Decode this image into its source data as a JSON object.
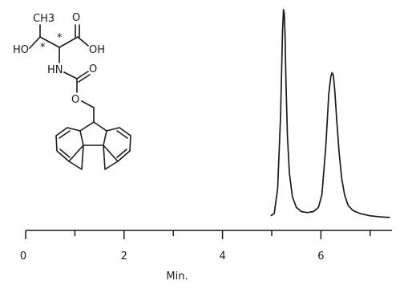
{
  "chart_data": {
    "type": "line",
    "xlabel": "Min.",
    "ylabel": "",
    "title": "",
    "xlim": [
      0,
      7.5
    ],
    "xticks": [
      0,
      2,
      4,
      6
    ],
    "minor_ticks": [
      1,
      3,
      5,
      7
    ],
    "grid": false,
    "series": [
      {
        "x": [
          4.98,
          5.05,
          5.12,
          5.18,
          5.22,
          5.24,
          5.255,
          5.27,
          5.29,
          5.32,
          5.36,
          5.42,
          5.5,
          5.6,
          5.72,
          5.85,
          5.95,
          6.02,
          6.1,
          6.16,
          6.2,
          6.225,
          6.25,
          6.28,
          6.32,
          6.37,
          6.42,
          6.48,
          6.55,
          6.65,
          6.8,
          7.0,
          7.2,
          7.4
        ],
        "y": [
          0.02,
          0.03,
          0.15,
          0.5,
          0.9,
          1.0,
          0.98,
          0.88,
          0.65,
          0.4,
          0.22,
          0.11,
          0.06,
          0.04,
          0.035,
          0.04,
          0.06,
          0.12,
          0.35,
          0.6,
          0.68,
          0.7,
          0.69,
          0.62,
          0.48,
          0.32,
          0.2,
          0.12,
          0.07,
          0.045,
          0.03,
          0.02,
          0.015,
          0.012
        ]
      }
    ]
  },
  "structure": {
    "labels": {
      "ch3": "CH3",
      "ho": "HO",
      "star1": "*",
      "star2": "*",
      "oh": "OH",
      "o_acid": "O",
      "hn": "HN",
      "o_carbamate": "O",
      "o_ester": "O"
    }
  }
}
